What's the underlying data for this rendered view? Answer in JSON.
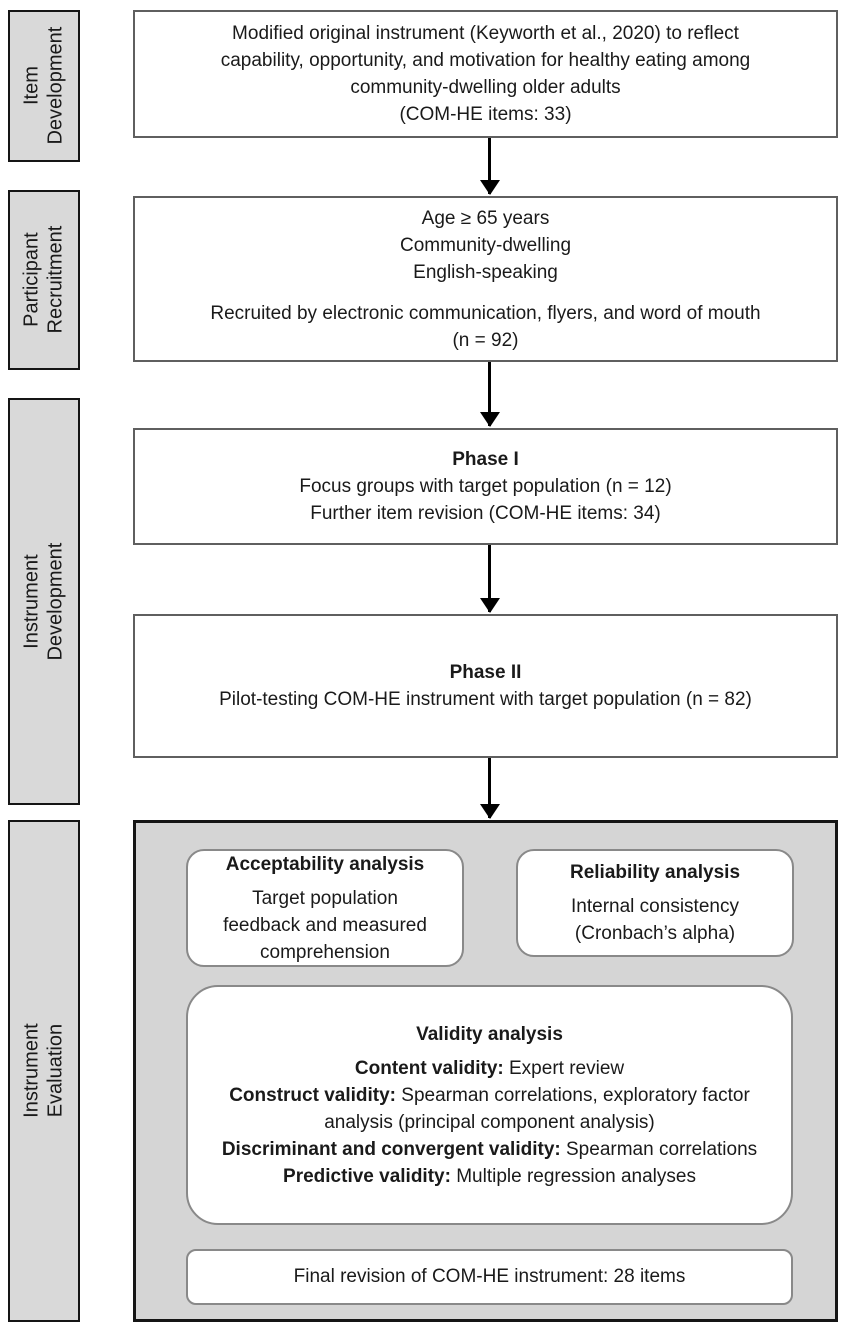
{
  "stages": [
    {
      "line1": "Item",
      "line2": "Development"
    },
    {
      "line1": "Participant",
      "line2": "Recruitment"
    },
    {
      "line1": "Instrument",
      "line2": "Development"
    },
    {
      "line1": "Instrument",
      "line2": "Evaluation"
    }
  ],
  "flow": {
    "modification": {
      "lines": [
        "Modified original instrument (Keyworth et al., 2020) to reflect",
        "capability, opportunity, and motivation for healthy eating among",
        "community-dwelling older adults",
        "(COM-HE items: 33)"
      ]
    },
    "recruitment": {
      "criteria": [
        "Age ≥ 65 years",
        "Community-dwelling",
        "English-speaking"
      ],
      "method": "Recruited by electronic communication, flyers, and word of mouth",
      "sample": "(n = 92)"
    },
    "phase1": {
      "title": "Phase I",
      "lines": [
        "Focus groups with target population (n = 12)",
        "Further item revision (COM-HE items: 34)"
      ]
    },
    "phase2": {
      "title": "Phase II",
      "line": "Pilot-testing COM-HE instrument with target population (n = 82)"
    }
  },
  "evaluation": {
    "acceptability": {
      "title": "Acceptability analysis",
      "lines": [
        "Target population",
        "feedback and measured",
        "comprehension"
      ]
    },
    "reliability": {
      "title": "Reliability analysis",
      "lines": [
        "Internal consistency",
        "(Cronbach’s alpha)"
      ]
    },
    "validity": {
      "title": "Validity analysis",
      "items": [
        {
          "label": "Content validity:",
          "text": " Expert review"
        },
        {
          "label": "Construct validity:",
          "text": " Spearman correlations, exploratory factor analysis (principal component analysis)"
        },
        {
          "label": "Discriminant and convergent validity:",
          "text": " Spearman correlations"
        },
        {
          "label": "Predictive validity:",
          "text": " Multiple regression analyses"
        }
      ]
    },
    "final": {
      "text": "Final revision of COM-HE instrument: 28 items"
    }
  },
  "colors": {
    "stage_fill": "#d9d9d9",
    "panel_fill": "#d5d5d5",
    "stage_border": "#151515",
    "box_border": "#5f5f5f",
    "rounded_border": "#898989",
    "arrow": "#000000",
    "text": "#1a1a1a"
  }
}
